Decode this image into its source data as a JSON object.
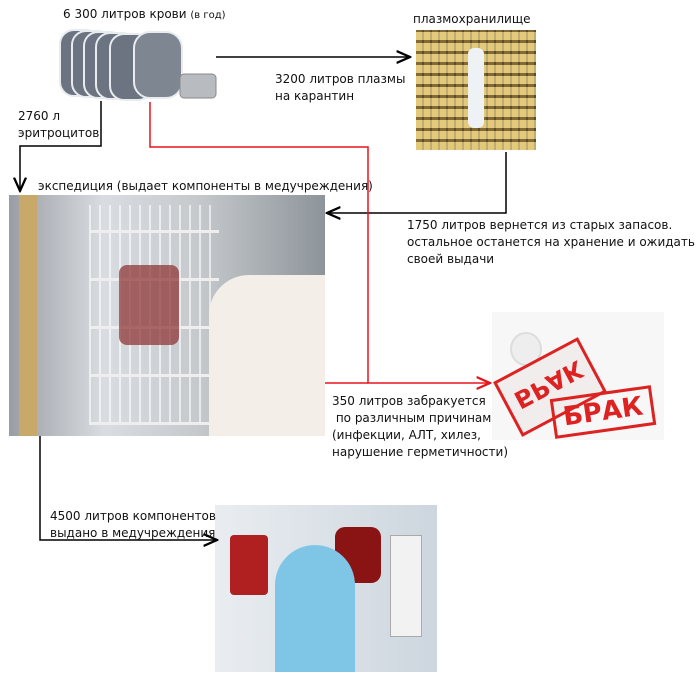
{
  "source": {
    "label": "6 300 литров крови",
    "note": "(в год)"
  },
  "storage": {
    "label": "плазмохранилище"
  },
  "flows": {
    "plasma_quarantine": [
      "3200 литров плазмы",
      "на карантин"
    ],
    "erythrocytes": [
      "2760 л",
      "эритроцитов"
    ],
    "returned": [
      "1750 литров вернется из старых запасов.",
      "остальное останется на хранение и ожидать",
      "своей выдачи"
    ],
    "rejected": [
      "350 литров забракуется",
      " по различным причинам",
      "(инфекции, АЛТ, хилез,",
      "нарушение герметичности)"
    ],
    "issued": [
      "4500 литров компонентов",
      "выдано в медучреждения"
    ]
  },
  "expedition": {
    "label": "экспедиция (выдает компоненты в медучреждения)"
  },
  "stamp": {
    "text": "БРАК"
  },
  "colors": {
    "black_arrow": "#000000",
    "red_arrow": "#e8141b"
  }
}
